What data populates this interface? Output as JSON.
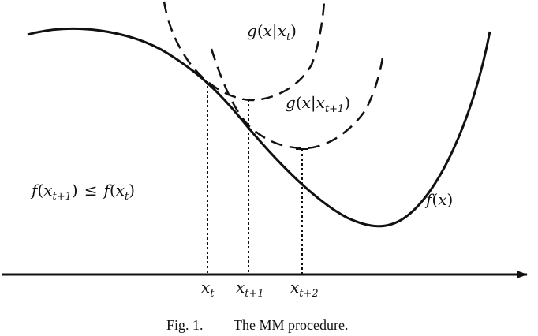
{
  "figure": {
    "caption_number": "Fig. 1.",
    "caption_text": "The MM procedure."
  },
  "labels": {
    "g_xt": {
      "fn": "g",
      "open": "(",
      "var": "x",
      "sep": "|",
      "arg": "x",
      "sub": "t",
      "close": ")"
    },
    "g_xt1": {
      "fn": "g",
      "open": "(",
      "var": "x",
      "sep": "|",
      "arg": "x",
      "sub": "t+1",
      "close": ")"
    },
    "f_x": {
      "fn": "f",
      "open": "(",
      "var": "x",
      "close": ")"
    },
    "inequality": {
      "lhs_fn": "f",
      "lhs_open": "(",
      "lhs_var": "x",
      "lhs_sub": "t+1",
      "lhs_close": ")",
      "op": "≤",
      "rhs_fn": "f",
      "rhs_open": "(",
      "rhs_var": "x",
      "rhs_sub": "t",
      "rhs_close": ")"
    },
    "ticks": [
      {
        "var": "x",
        "sub": "t"
      },
      {
        "var": "x",
        "sub": "t+1"
      },
      {
        "var": "x",
        "sub": "t+2"
      }
    ]
  },
  "colors": {
    "ink": "#111111",
    "background": "#ffffff"
  }
}
